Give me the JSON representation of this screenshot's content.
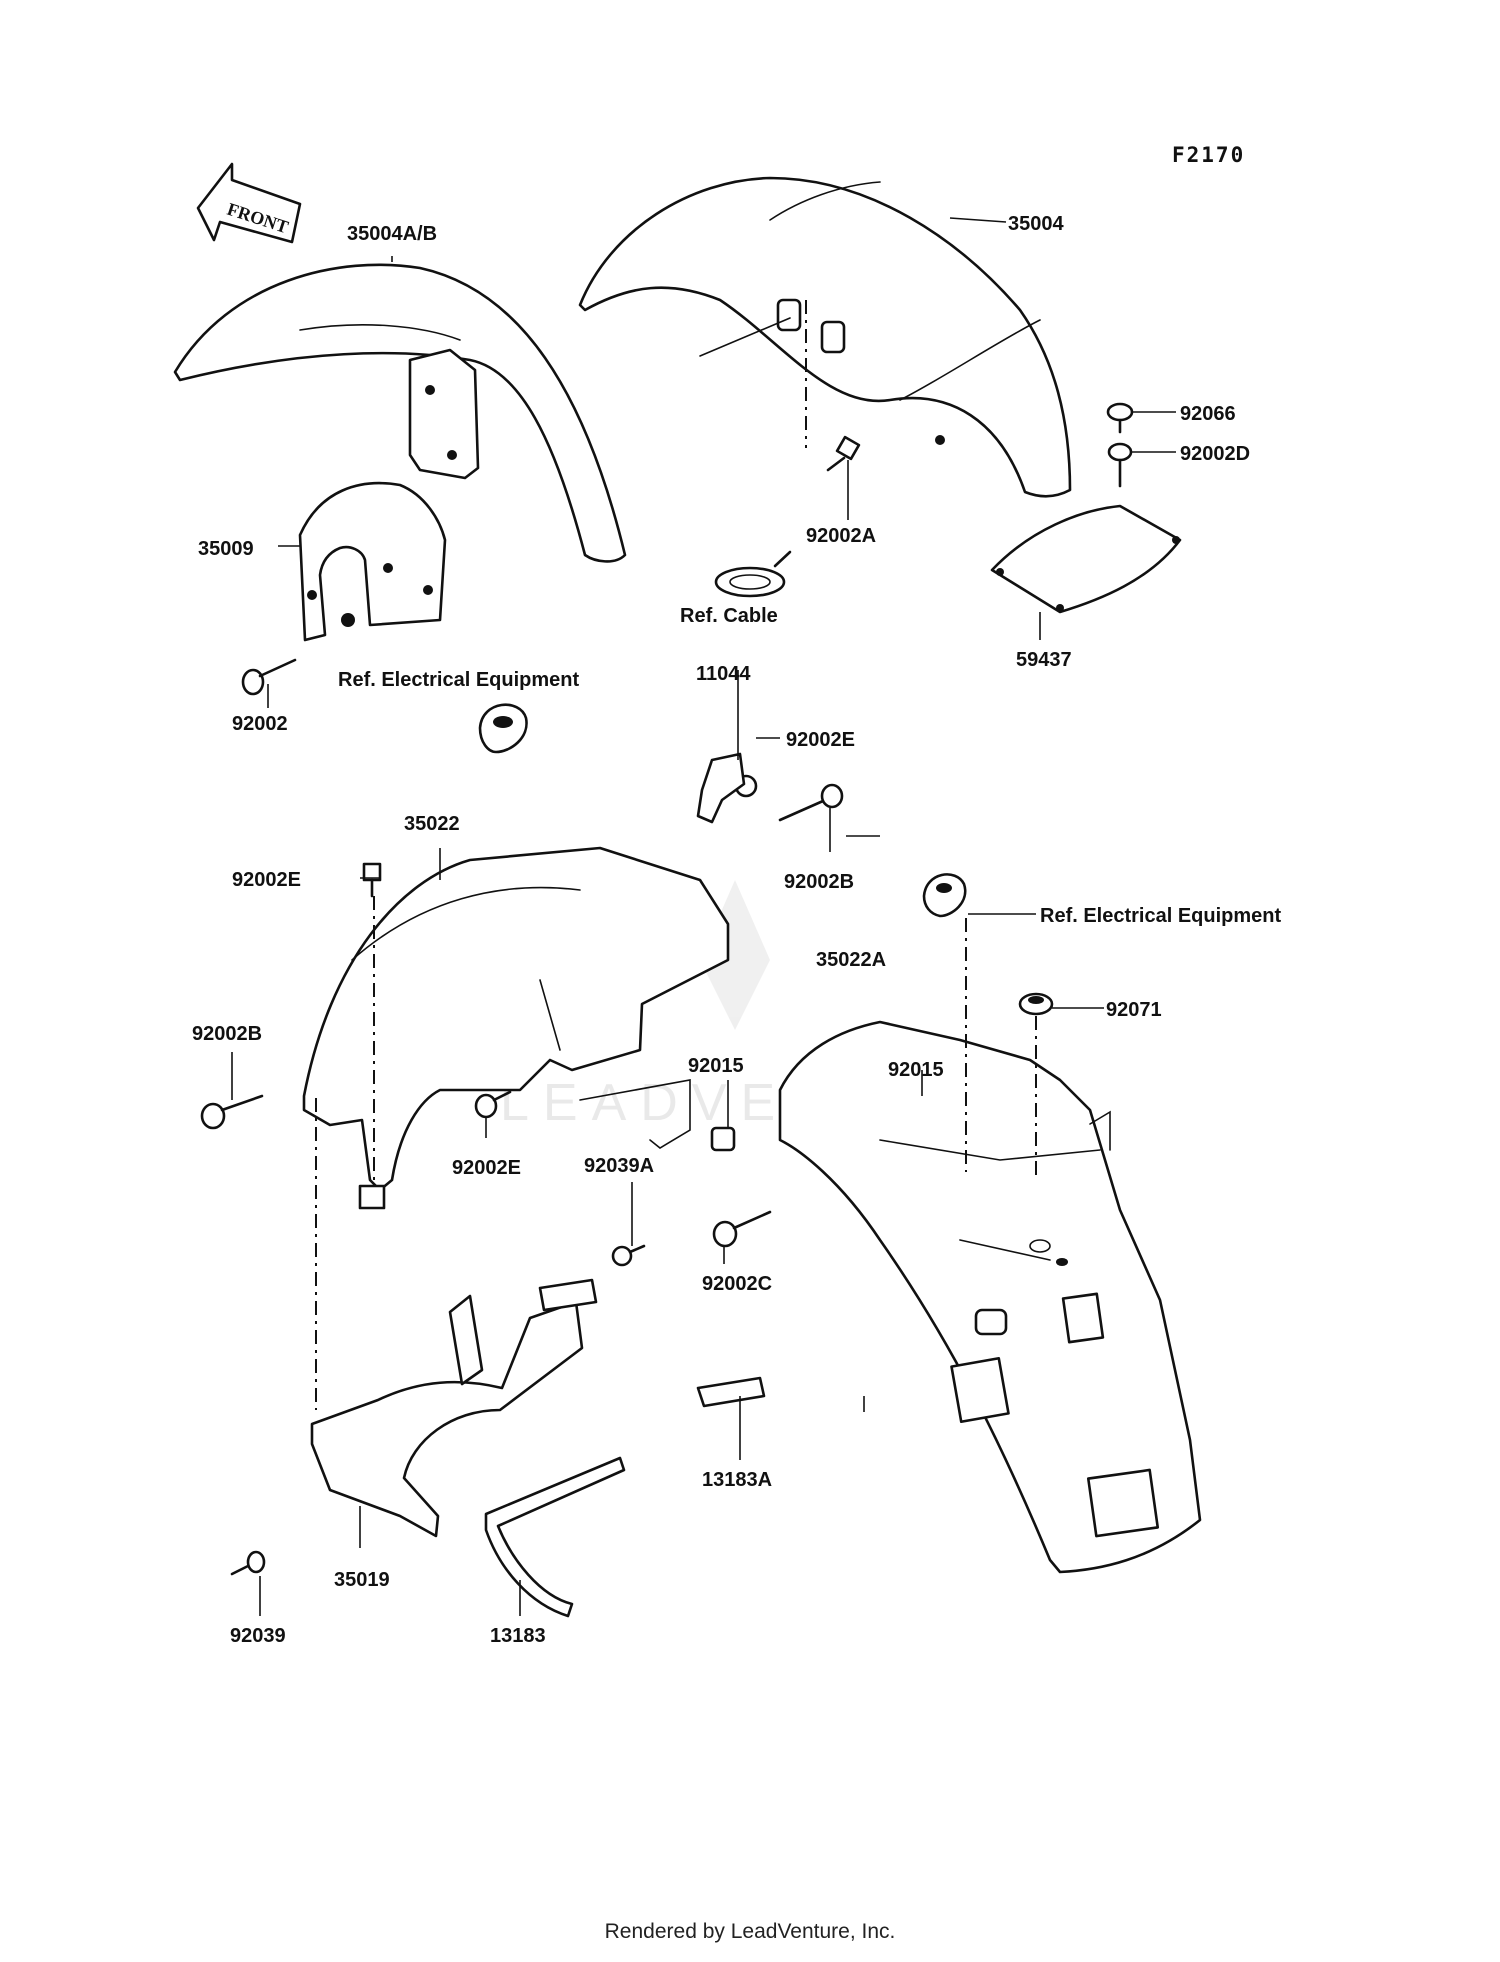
{
  "diagram_code": "F2170",
  "front_arrow_label": "FRONT",
  "watermark": "LEADVENTURE",
  "parts": {
    "p35004AB": "35004A/B",
    "p35004": "35004",
    "p92066": "92066",
    "p92002D": "92002D",
    "p35009": "35009",
    "p92002A": "92002A",
    "p59437": "59437",
    "p92002": "92002",
    "p11044": "11044",
    "p92002E_top": "92002E",
    "p35022": "35022",
    "p92002B_right": "92002B",
    "p92002E_left": "92002E",
    "p35022A": "35022A",
    "p92071": "92071",
    "p92002B_left": "92002B",
    "p92015_a": "92015",
    "p92015_b": "92015",
    "p92002E_bottom": "92002E",
    "p92039A": "92039A",
    "p92002C": "92002C",
    "p13183A": "13183A",
    "p35019": "35019",
    "p92039": "92039",
    "p13183": "13183"
  },
  "references": {
    "cable": "Ref. Cable",
    "electrical_1": "Ref. Electrical Equipment",
    "electrical_2": "Ref. Electrical Equipment"
  },
  "footer": "Rendered by LeadVenture, Inc."
}
